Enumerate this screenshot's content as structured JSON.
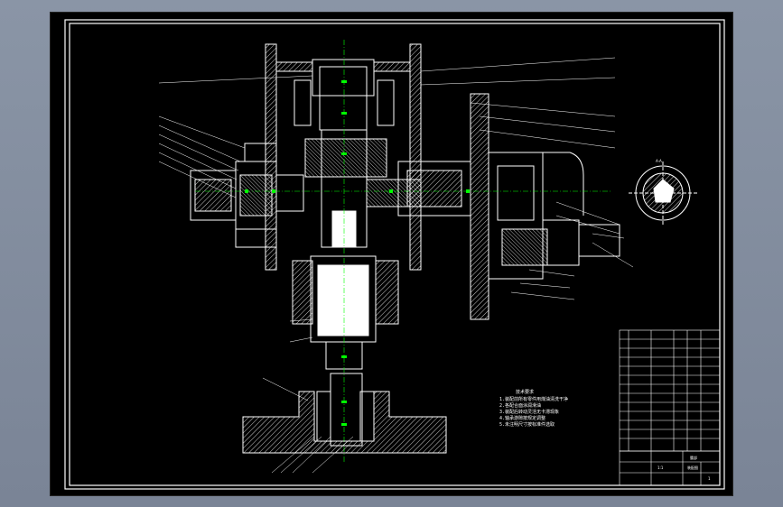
{
  "drawing": {
    "view_label": "A-A",
    "notes_title": "技术要求",
    "notes_lines": [
      "1.装配前所有零件用煤油清洗干净",
      "2.各配合面涂润滑油",
      "3.装配后转动灵活无卡滞现象",
      "4.轴承游隙按规定调整",
      "5.未注明尺寸按标准件选取"
    ],
    "title_block": {
      "drawing_name": "腰部",
      "school": "装配图",
      "scale": "1:1",
      "sheet": "1"
    },
    "colors": {
      "background": "#000000",
      "frame": "#ffffff",
      "centerline": "#00ff00",
      "hatch": "#ffffff",
      "desktop": "#8a95a6"
    }
  }
}
